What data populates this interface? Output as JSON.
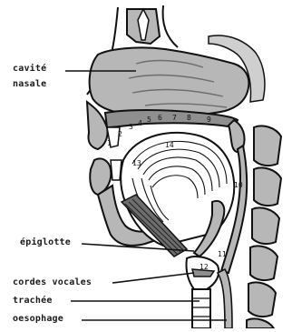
{
  "labels": {
    "nasal_cavity_line1": "cavité",
    "nasal_cavity_line2": "nasale",
    "epiglottis": "épiglotte",
    "vocal_cords": "cordes vocales",
    "trachea": "trachée",
    "oesophagus": "oesophage"
  },
  "markers": [
    "1",
    "2",
    "3",
    "4",
    "5",
    "6",
    "7",
    "8",
    "9",
    "10",
    "11",
    "12",
    "13",
    "14"
  ],
  "colors": {
    "tissue": "#b7b7b7",
    "tissue_dark": "#8f8f8f",
    "ink": "#111111",
    "paper": "#ffffff"
  }
}
